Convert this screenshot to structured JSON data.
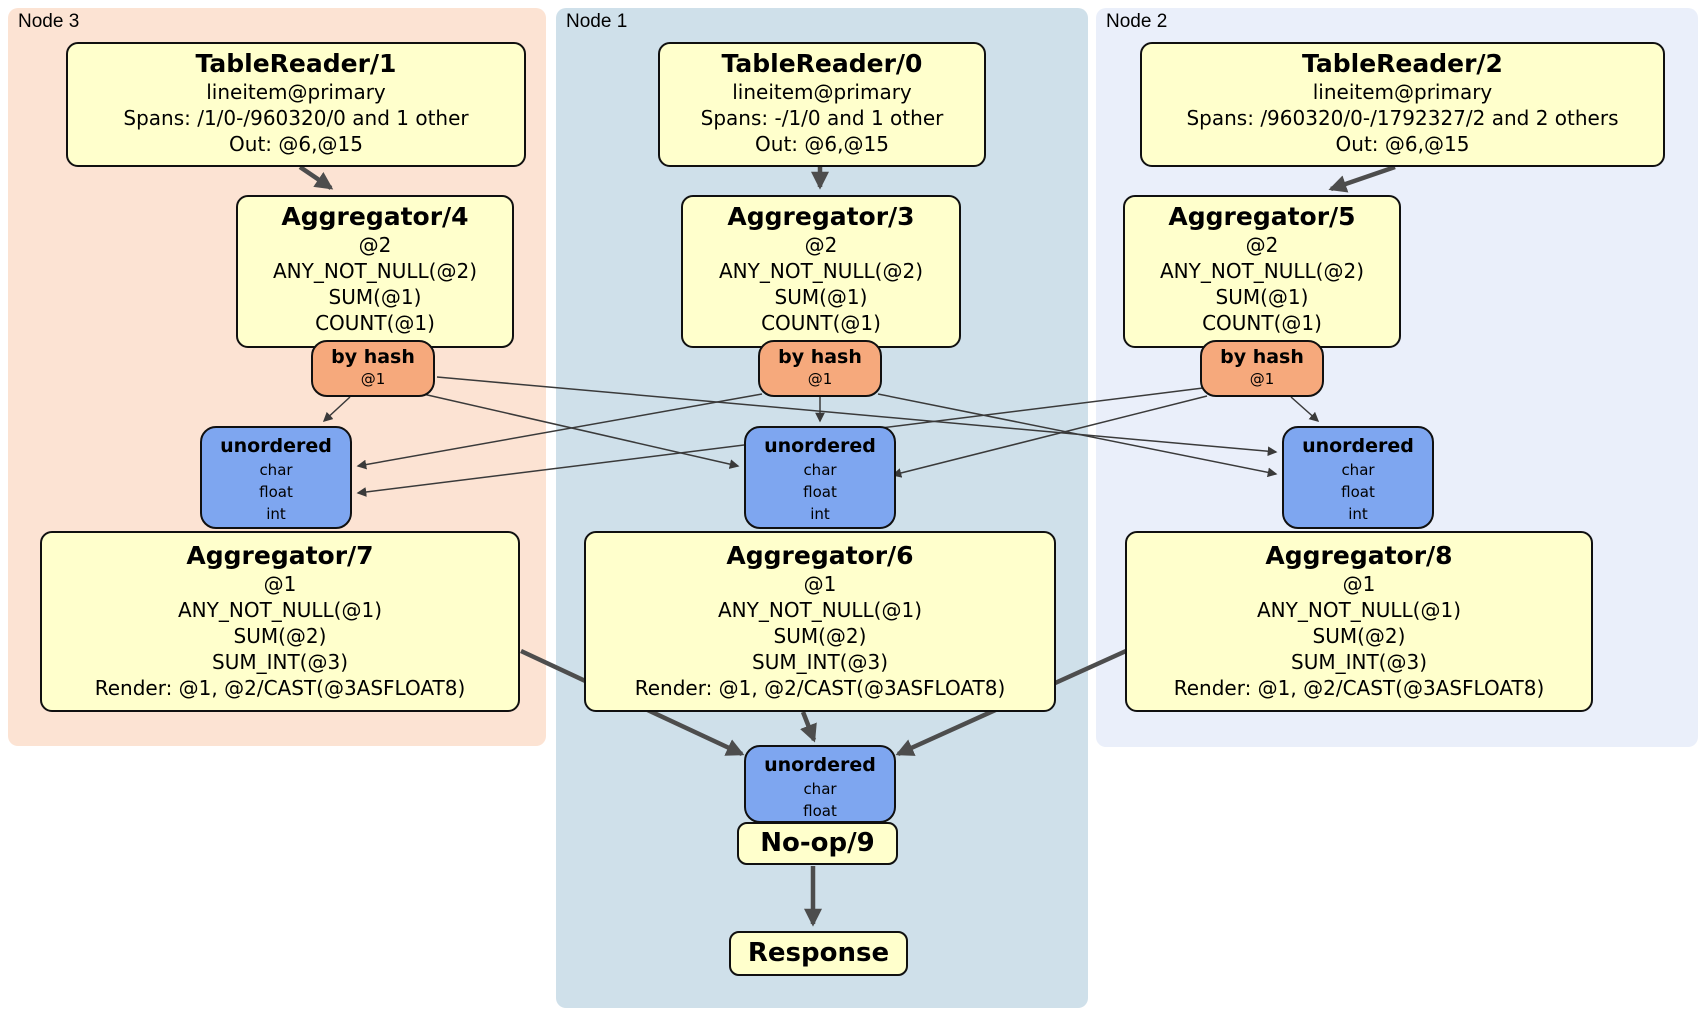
{
  "groups": [
    {
      "id": "node3",
      "label": "Node 3"
    },
    {
      "id": "node1",
      "label": "Node 1"
    },
    {
      "id": "node2",
      "label": "Node 2"
    }
  ],
  "boxes": {
    "tr1": {
      "title": "TableReader/1",
      "lines": [
        "lineitem@primary",
        "Spans: /1/0-/960320/0 and 1 other",
        "Out: @6,@15"
      ]
    },
    "tr0": {
      "title": "TableReader/0",
      "lines": [
        "lineitem@primary",
        "Spans: -/1/0 and 1 other",
        "Out: @6,@15"
      ]
    },
    "tr2": {
      "title": "TableReader/2",
      "lines": [
        "lineitem@primary",
        "Spans: /960320/0-/1792327/2 and 2 others",
        "Out: @6,@15"
      ]
    },
    "agg4": {
      "title": "Aggregator/4",
      "lines": [
        "@2",
        "ANY_NOT_NULL(@2)",
        "SUM(@1)",
        "COUNT(@1)"
      ]
    },
    "agg3": {
      "title": "Aggregator/3",
      "lines": [
        "@2",
        "ANY_NOT_NULL(@2)",
        "SUM(@1)",
        "COUNT(@1)"
      ]
    },
    "agg5": {
      "title": "Aggregator/5",
      "lines": [
        "@2",
        "ANY_NOT_NULL(@2)",
        "SUM(@1)",
        "COUNT(@1)"
      ]
    },
    "bh4": {
      "title": "by hash",
      "lines": [
        "@1"
      ]
    },
    "bh3": {
      "title": "by hash",
      "lines": [
        "@1"
      ]
    },
    "bh5": {
      "title": "by hash",
      "lines": [
        "@1"
      ]
    },
    "un7": {
      "title": "unordered",
      "lines": [
        "char",
        "float",
        "int"
      ]
    },
    "un6": {
      "title": "unordered",
      "lines": [
        "char",
        "float",
        "int"
      ]
    },
    "un8": {
      "title": "unordered",
      "lines": [
        "char",
        "float",
        "int"
      ]
    },
    "agg7": {
      "title": "Aggregator/7",
      "lines": [
        "@1",
        "ANY_NOT_NULL(@1)",
        "SUM(@2)",
        "SUM_INT(@3)",
        "Render: @1, @2/CAST(@3ASFLOAT8)"
      ]
    },
    "agg6": {
      "title": "Aggregator/6",
      "lines": [
        "@1",
        "ANY_NOT_NULL(@1)",
        "SUM(@2)",
        "SUM_INT(@3)",
        "Render: @1, @2/CAST(@3ASFLOAT8)"
      ]
    },
    "agg8": {
      "title": "Aggregator/8",
      "lines": [
        "@1",
        "ANY_NOT_NULL(@1)",
        "SUM(@2)",
        "SUM_INT(@3)",
        "Render: @1, @2/CAST(@3ASFLOAT8)"
      ]
    },
    "unf": {
      "title": "unordered",
      "lines": [
        "char",
        "float"
      ]
    },
    "noop": {
      "title": "No-op/9"
    },
    "resp": {
      "title": "Response"
    }
  },
  "edges": [
    {
      "from": "tr1",
      "to": "agg4",
      "style": "thick"
    },
    {
      "from": "tr0",
      "to": "agg3",
      "style": "thick"
    },
    {
      "from": "tr2",
      "to": "agg5",
      "style": "thick"
    },
    {
      "from": "bh4",
      "to": "un7",
      "style": "thin"
    },
    {
      "from": "bh4",
      "to": "un6",
      "style": "thin"
    },
    {
      "from": "bh4",
      "to": "un8",
      "style": "thin"
    },
    {
      "from": "bh3",
      "to": "un7",
      "style": "thin"
    },
    {
      "from": "bh3",
      "to": "un6",
      "style": "thin"
    },
    {
      "from": "bh3",
      "to": "un8",
      "style": "thin"
    },
    {
      "from": "bh5",
      "to": "un7",
      "style": "thin"
    },
    {
      "from": "bh5",
      "to": "un6",
      "style": "thin"
    },
    {
      "from": "bh5",
      "to": "un8",
      "style": "thin"
    },
    {
      "from": "agg7",
      "to": "unf",
      "style": "thick"
    },
    {
      "from": "agg6",
      "to": "unf",
      "style": "thick"
    },
    {
      "from": "agg8",
      "to": "unf",
      "style": "thick"
    },
    {
      "from": "noop",
      "to": "resp",
      "style": "thick"
    }
  ],
  "colors": {
    "node3_bg": "#fce3d3",
    "node1_bg": "#cfe0ea",
    "node2_bg": "#eaeffa",
    "box_yellow": "#ffffcc",
    "router_orange": "#f6a97c",
    "sync_blue": "#7ea6f0",
    "box_border": "#101010",
    "edge_thick": "#4d4d4d",
    "edge_thin": "#3a3a3a"
  }
}
